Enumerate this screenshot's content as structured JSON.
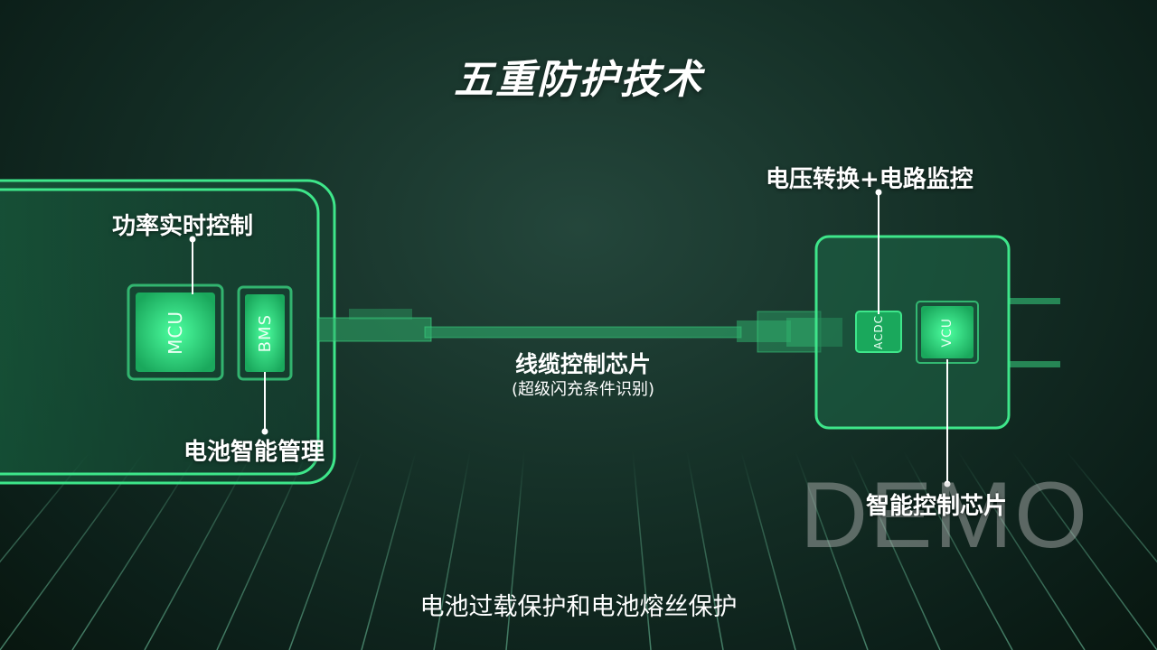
{
  "title": "五重防护技术",
  "phone": {
    "top_label": "功率实时控制",
    "bottom_label": "电池智能管理",
    "chip_mcu": "MCU",
    "chip_bms": "BMS"
  },
  "cable": {
    "label": "线缆控制芯片",
    "sub_label": "(超级闪充条件识别)"
  },
  "charger": {
    "top_label": "电压转换+电路监控",
    "bottom_label": "智能控制芯片",
    "chip_acdc": "ACDC",
    "chip_vcu": "VCU"
  },
  "watermark": "DEMO",
  "subtitle": "电池过载保护和电池熔丝保护",
  "colors": {
    "accent": "#3ee68a",
    "chip_fill": "#2fcf7a",
    "background": "#153027"
  }
}
